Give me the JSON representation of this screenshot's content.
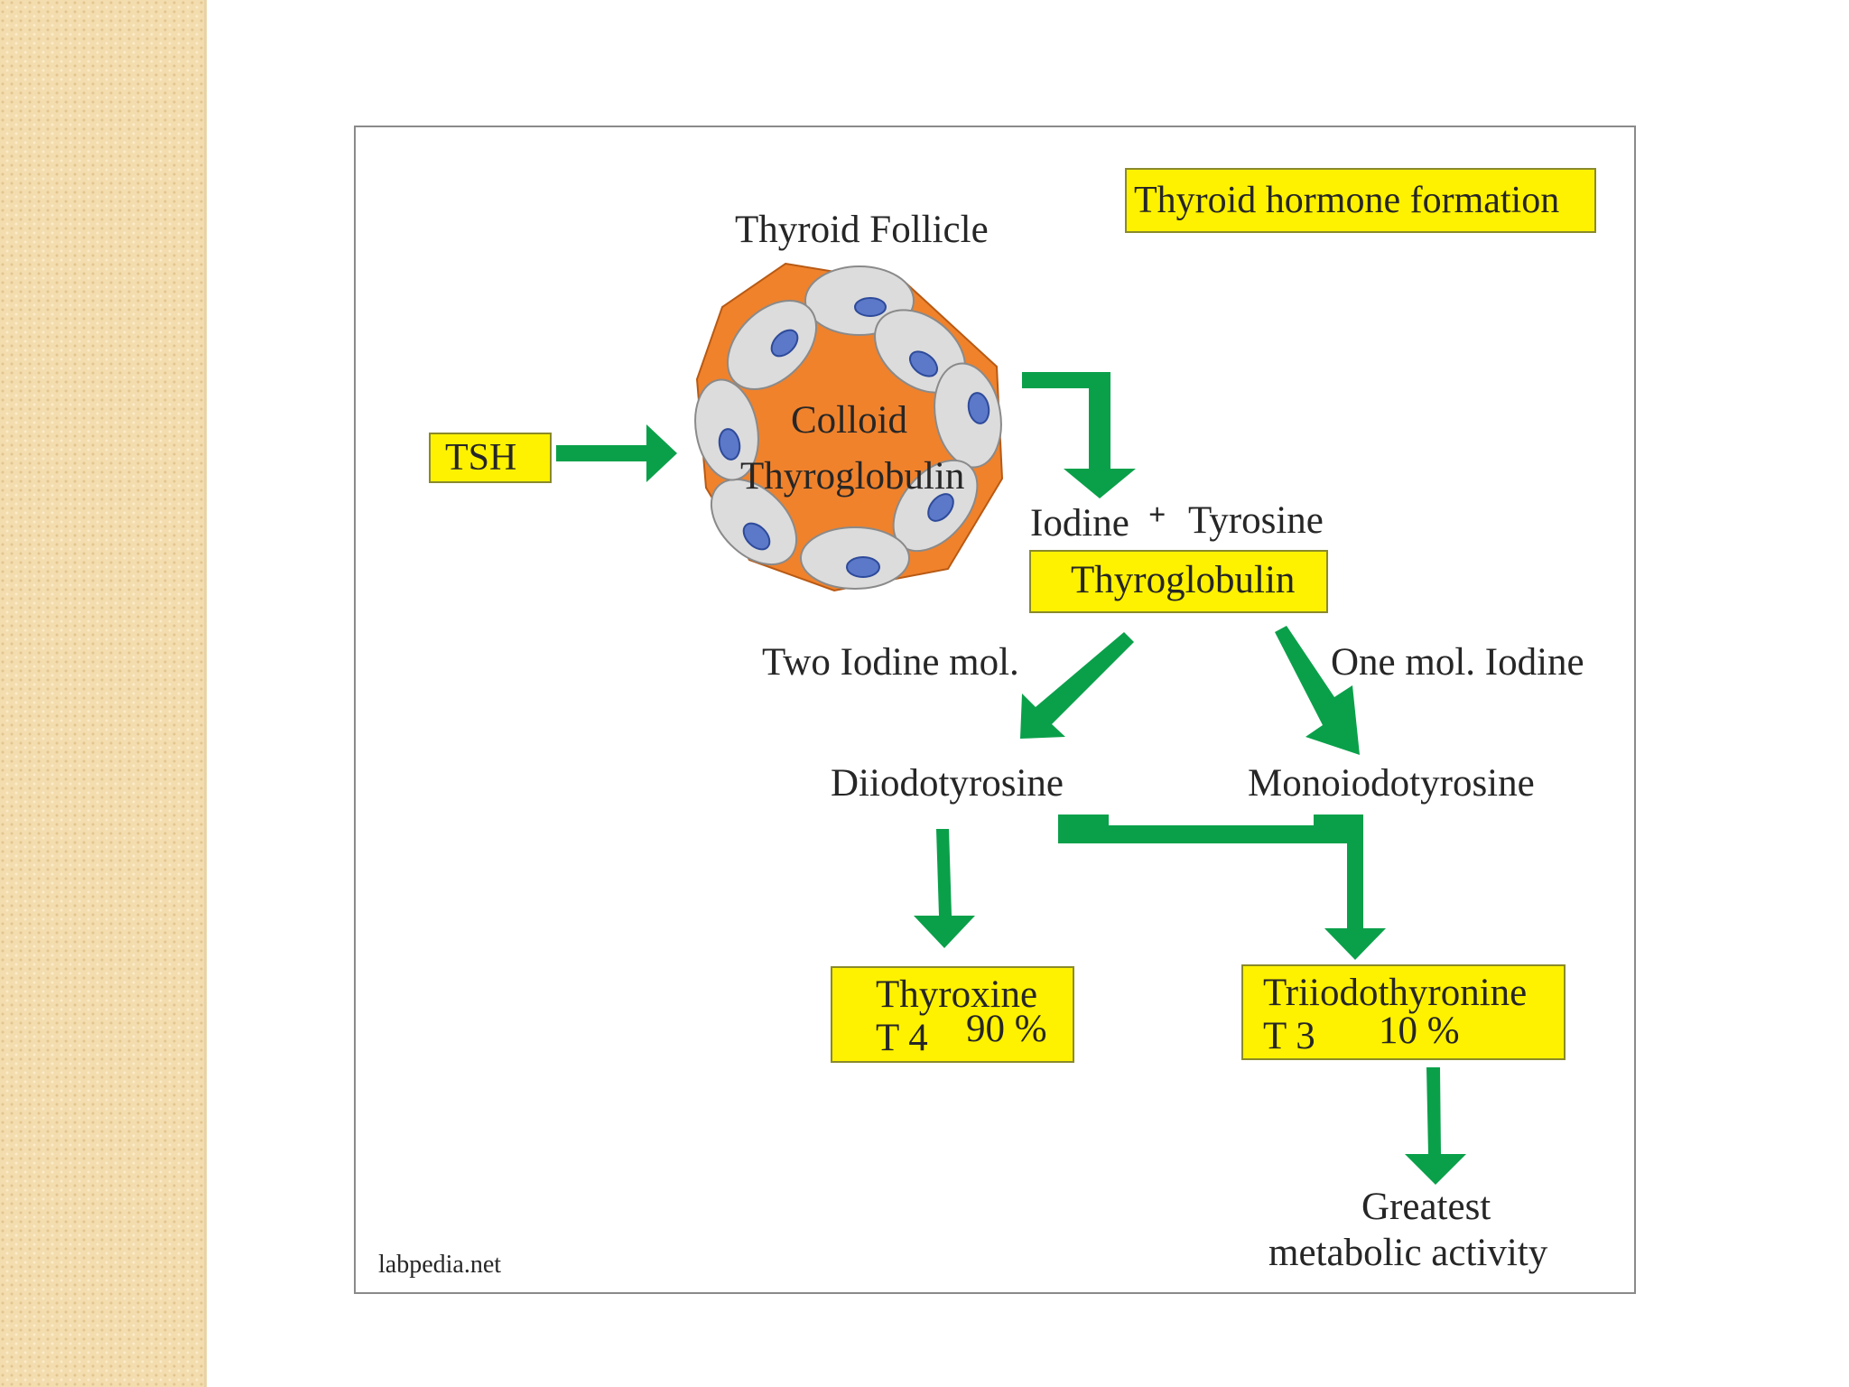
{
  "diagram": {
    "title": "Thyroid hormone formation",
    "follicle_label": "Thyroid Follicle",
    "colloid_line1": "Colloid",
    "colloid_line2": "Thyroglobulin",
    "tsh": "TSH",
    "iodine": "Iodine",
    "plus": "+",
    "tyrosine": "Tyrosine",
    "thyroglobulin": "Thyroglobulin",
    "two_iodine": "Two Iodine mol.",
    "one_iodine": "One mol. Iodine",
    "diiodotyrosine": "Diiodotyrosine",
    "monoiodotyrosine": "Monoiodotyrosine",
    "t4_name": "Thyroxine",
    "t4_code": "T 4",
    "t4_percent": "90 %",
    "t3_name": "Triiodothyronine",
    "t3_code": "T 3",
    "t3_percent": "10 %",
    "outcome_line1": "Greatest",
    "outcome_line2": "metabolic activity",
    "credit": "labpedia.net"
  },
  "colors": {
    "arrow": "#0aa04a",
    "highlight": "#fff200",
    "colloid": "#f0822c",
    "cell": "#dcdcdc",
    "nucleus": "#5b78c9",
    "side_strip": "#f3dcae"
  }
}
